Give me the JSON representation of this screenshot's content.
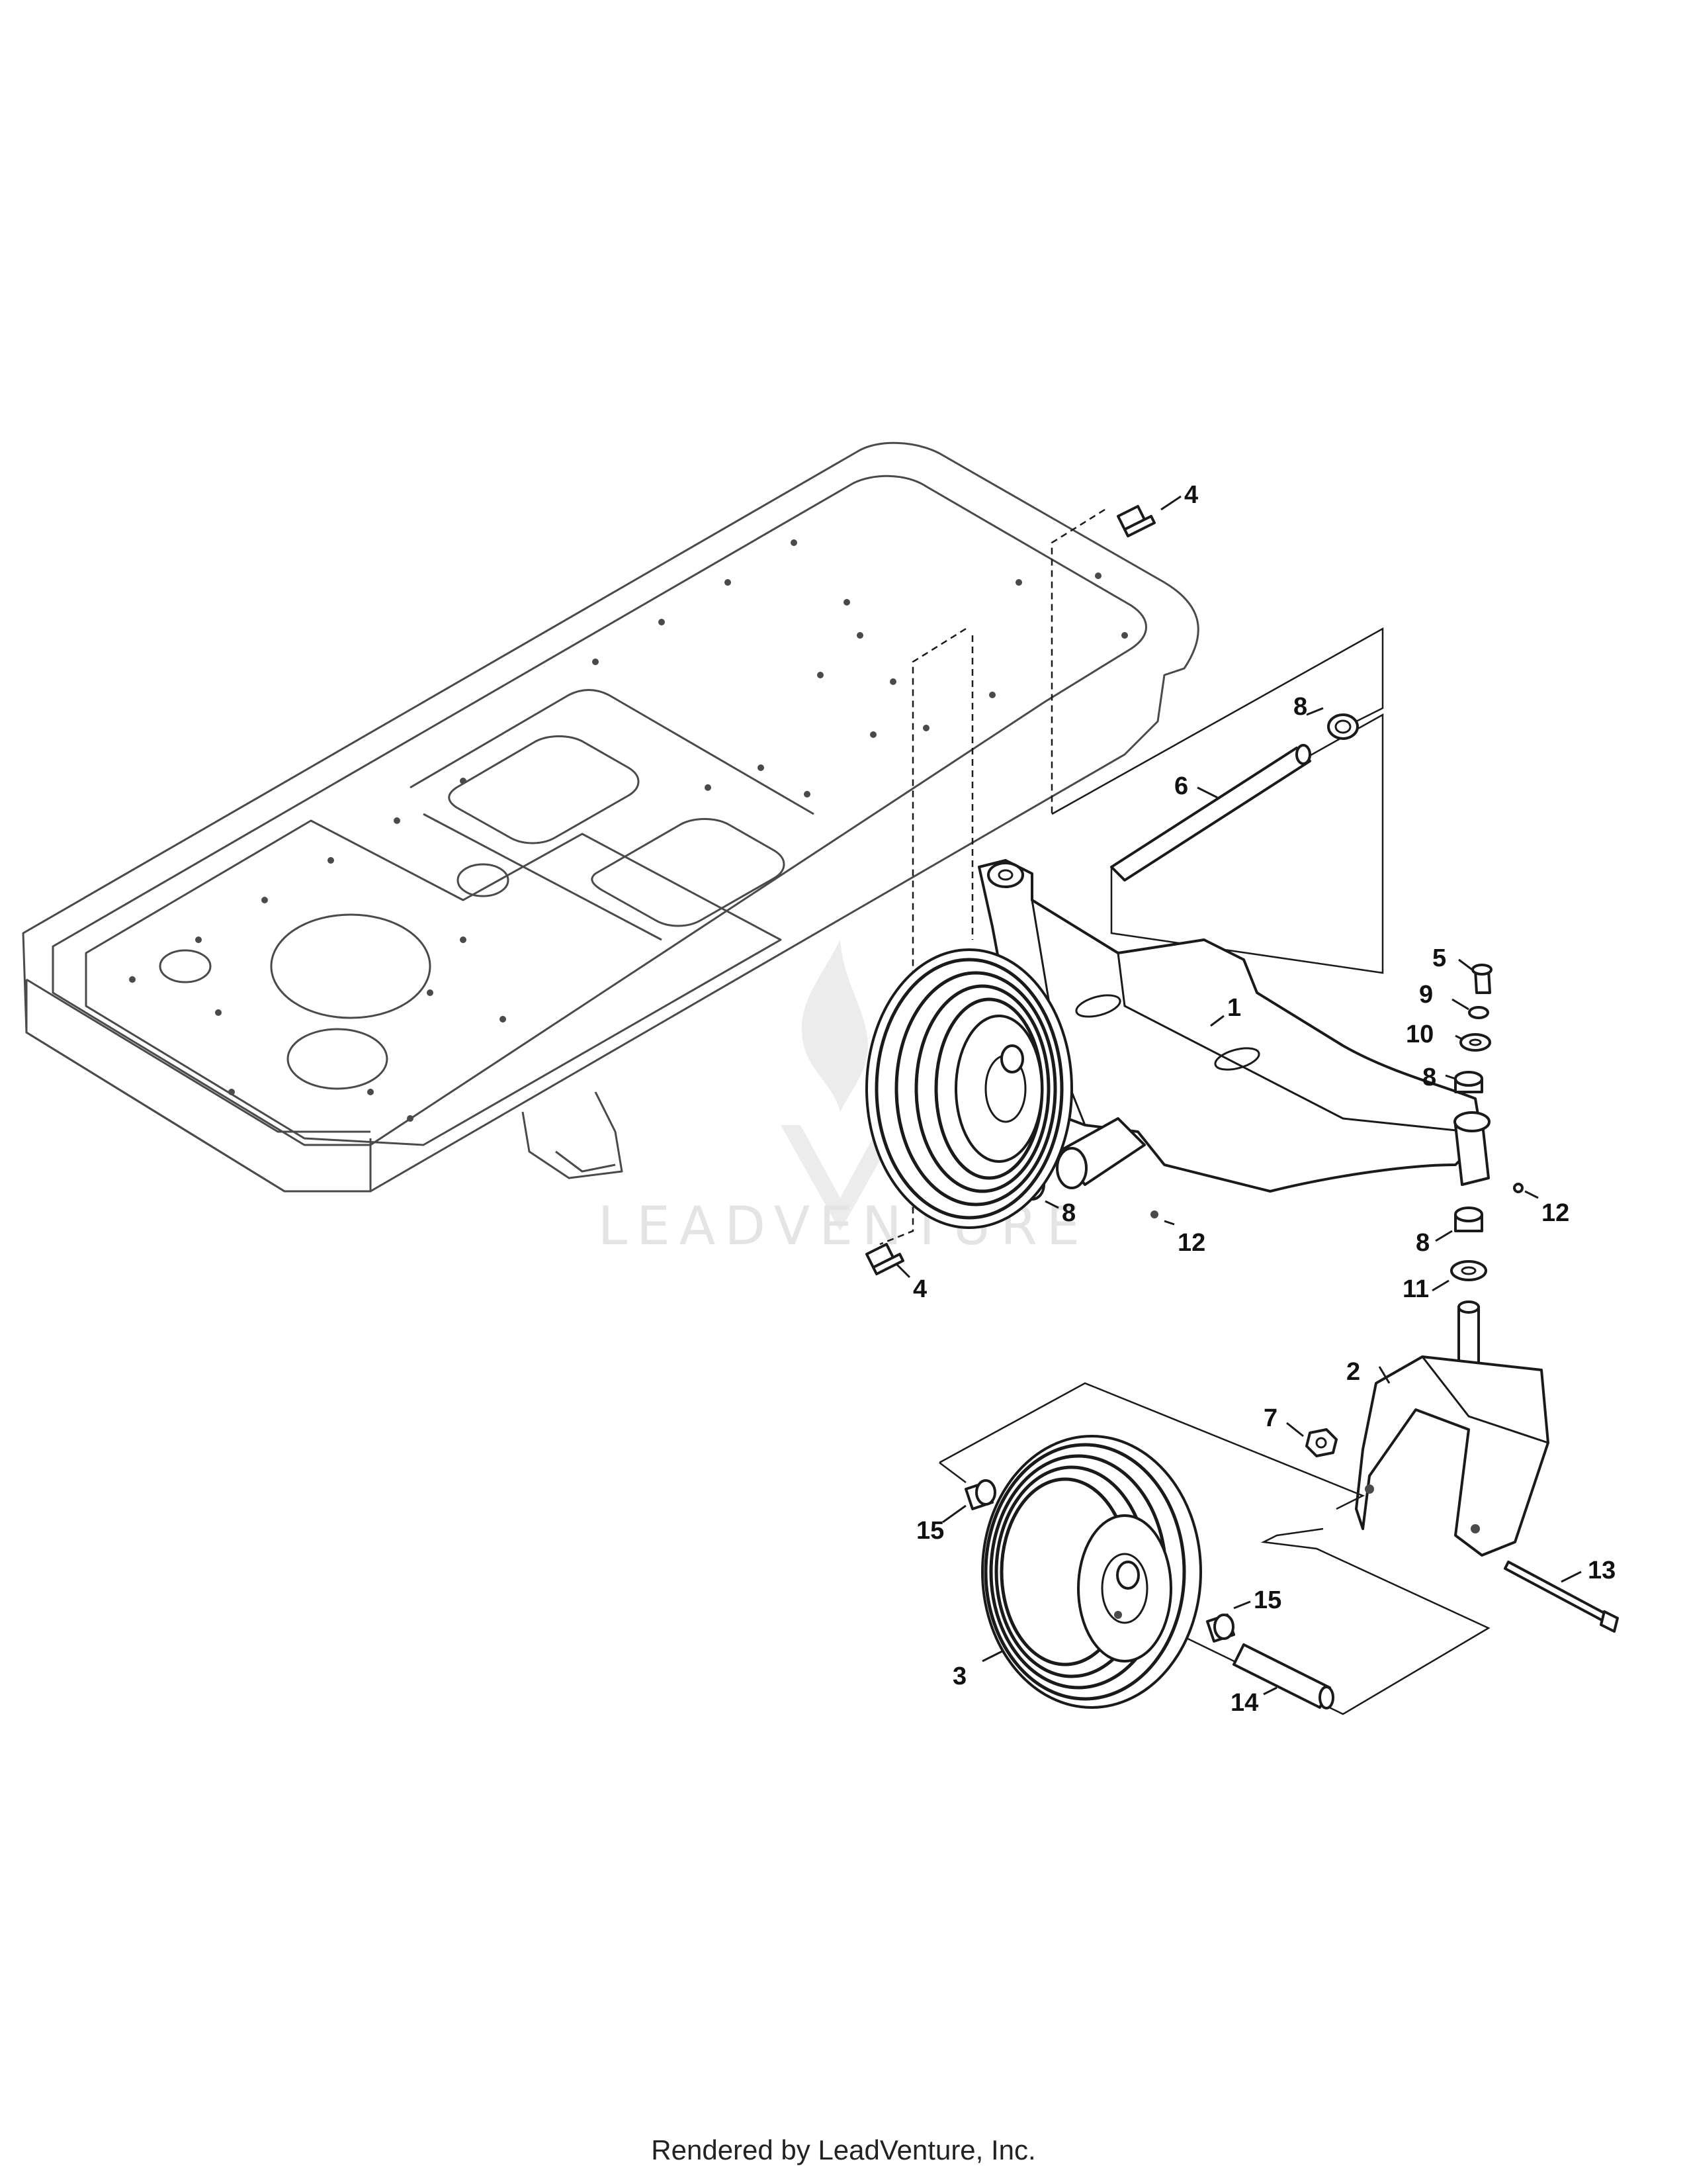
{
  "watermark": {
    "text": "LEADVENTURE"
  },
  "footer": {
    "credit": "Rendered by LeadVenture, Inc."
  },
  "callouts": {
    "c1": "1",
    "c2": "2",
    "c3": "3",
    "c4_top": "4",
    "c4_bottom": "4",
    "c5": "5",
    "c6": "6",
    "c7": "7",
    "c8_top": "8",
    "c8_axle": "8",
    "c8_upper": "8",
    "c8_lower": "8",
    "c9": "9",
    "c10": "10",
    "c11": "11",
    "c12_center": "12",
    "c12_right": "12",
    "c13": "13",
    "c14": "14",
    "c15_left": "15",
    "c15_right": "15"
  },
  "colors": {
    "line": "#1a1a1a",
    "frame": "#4a4a4a",
    "watermark": "#e4e4e4"
  }
}
